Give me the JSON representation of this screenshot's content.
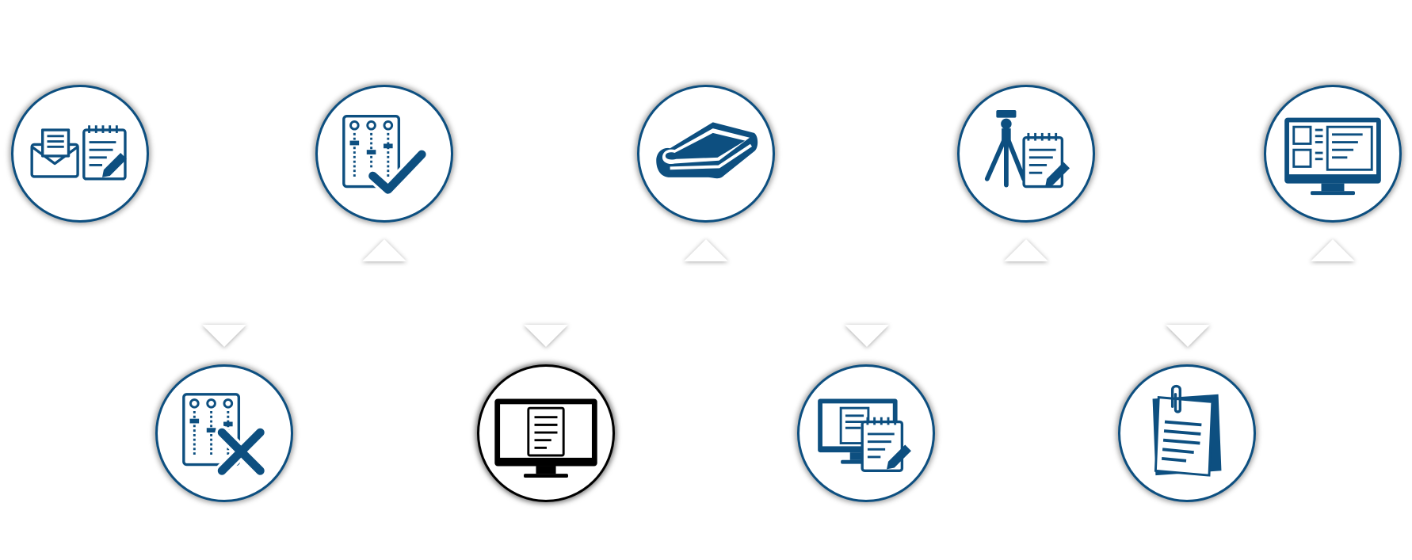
{
  "colors": {
    "primary": "#0d4f80",
    "active": "#000000",
    "background": "#ffffff"
  },
  "steps": [
    {
      "id": 1,
      "icon": "mail-and-notepad-icon",
      "active": false
    },
    {
      "id": 2,
      "icon": "mixer-cross-icon",
      "active": false
    },
    {
      "id": 3,
      "icon": "mixer-check-icon",
      "active": false
    },
    {
      "id": 4,
      "icon": "monitor-document-icon",
      "active": true
    },
    {
      "id": 5,
      "icon": "sandwich-icon",
      "active": false
    },
    {
      "id": 6,
      "icon": "monitor-notepad-icon",
      "active": false
    },
    {
      "id": 7,
      "icon": "tripod-notepad-icon",
      "active": false
    },
    {
      "id": 8,
      "icon": "clipped-document-icon",
      "active": false
    },
    {
      "id": 9,
      "icon": "monitor-dashboard-icon",
      "active": false
    }
  ]
}
